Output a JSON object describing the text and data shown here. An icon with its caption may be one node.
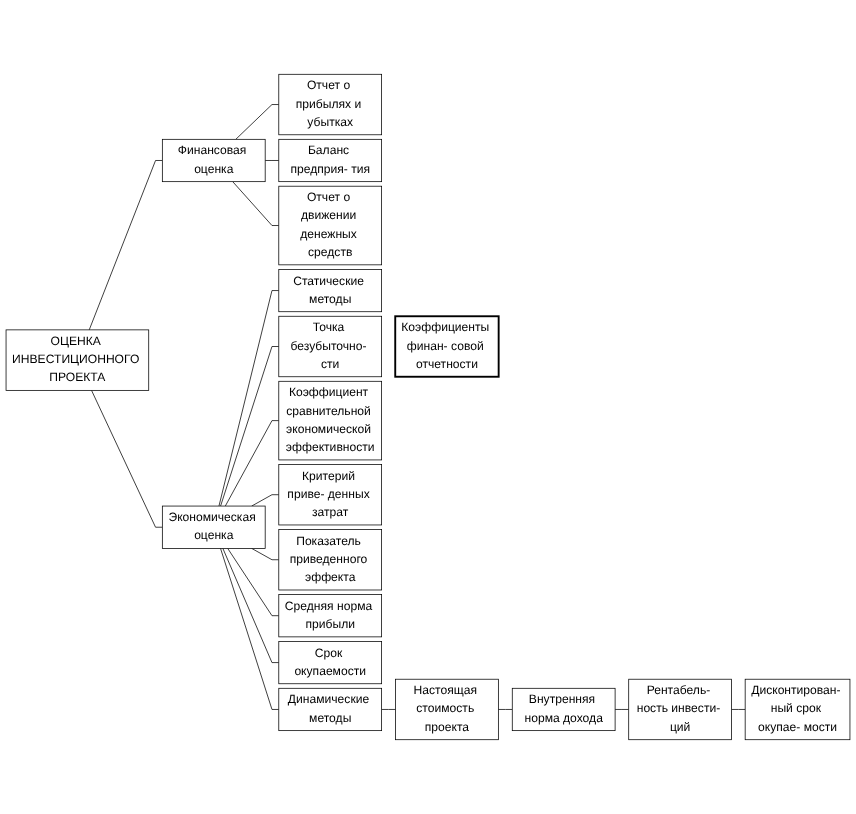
{
  "diagram": {
    "nodes": [
      {
        "text": [
          "ОЦЕНКА ИНВЕСТИЦИОННОГО ПРОЕКТА"
        ]
      },
      {
        "text": [
          "Финансовая оценка"
        ]
      },
      {
        "text": [
          "Экономическая оценка"
        ]
      },
      {
        "text": [
          "Отчет о прибылях и убытках"
        ]
      },
      {
        "text": [
          "Баланс предприя- тия"
        ]
      },
      {
        "text": [
          "Отчет о движении денежных средств"
        ]
      },
      {
        "text": [
          "Коэффициенты финан- совой отчетности"
        ]
      },
      {
        "text": [
          "Статические методы"
        ]
      },
      {
        "text": [
          "Динамические методы"
        ]
      },
      {
        "text": [
          "Коэффициент сравнительной экономической эффективности"
        ]
      },
      {
        "text": [
          "Настоящая стоимость проекта"
        ]
      },
      {
        "text": [
          "Критерий приве- денных затрат"
        ]
      },
      {
        "text": [
          "Внутренняя норма дохода"
        ]
      },
      {
        "text": [
          "Показатель приведенного эффекта"
        ]
      },
      {
        "text": [
          "Рентабель- ность инвести- ций"
        ]
      },
      {
        "text": [
          "Средняя норма прибыли"
        ]
      },
      {
        "text": [
          "Дисконтирован- ный срок окупае- мости"
        ]
      },
      {
        "text": [
          "Срок окупаемости"
        ]
      },
      {
        "text": [
          "Точка безубыточно- сти"
        ]
      }
    ],
    "edges": [
      {
        "from": 0,
        "to": 1,
        "arrow": "none"
      },
      {
        "from": 0,
        "to": 2,
        "arrow": "none"
      },
      {
        "from": 1,
        "to": 3,
        "arrow": "none"
      },
      {
        "from": 1,
        "to": 4,
        "arrow": "none"
      },
      {
        "from": 1,
        "to": 5,
        "arrow": "none"
      },
      {
        "from": 2,
        "to": 7,
        "arrow": "none"
      },
      {
        "from": 2,
        "to": 9,
        "arrow": "none"
      },
      {
        "from": 2,
        "to": 11,
        "arrow": "none"
      },
      {
        "from": 2,
        "to": 13,
        "arrow": "none"
      },
      {
        "from": 2,
        "to": 15,
        "arrow": "none"
      },
      {
        "from": 2,
        "to": 17,
        "arrow": "none"
      },
      {
        "from": 2,
        "to": 18,
        "arrow": "none"
      },
      {
        "from": 2,
        "to": 8,
        "arrow": "none"
      },
      {
        "from": 8,
        "to": 10,
        "arrow": "none"
      },
      {
        "from": 10,
        "to": 12,
        "arrow": "none"
      },
      {
        "from": 12,
        "to": 14,
        "arrow": "none"
      },
      {
        "from": 14,
        "to": 16,
        "arrow": "none"
      }
    ]
  }
}
